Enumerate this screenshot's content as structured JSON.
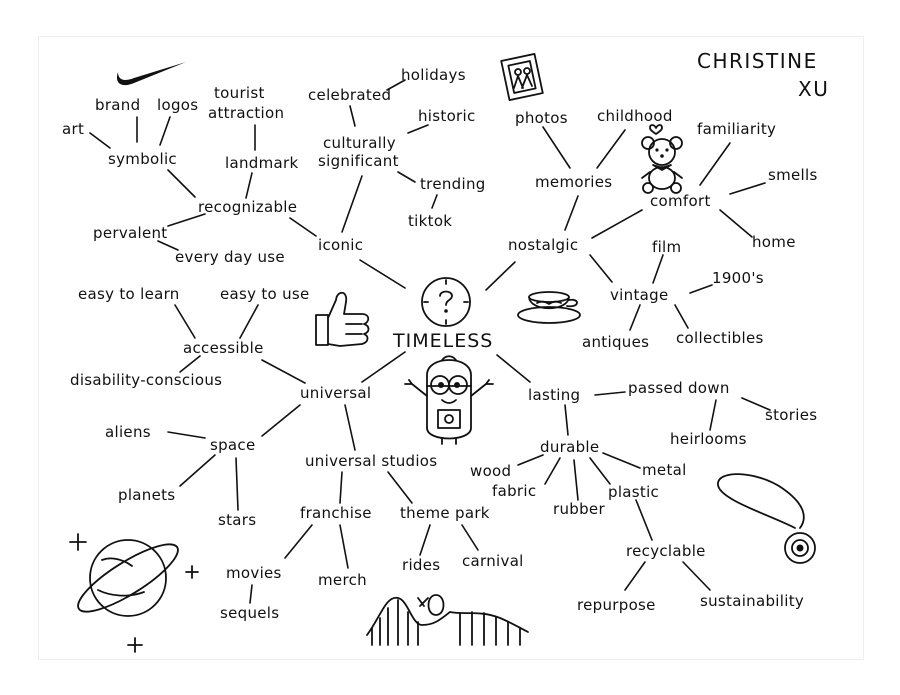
{
  "author": [
    "CHRISTINE",
    "XU"
  ],
  "center": "TIMELESS",
  "nodes": {
    "holidays": "holidays",
    "tourist": "tourist",
    "attraction": "attraction",
    "celebrated": "celebrated",
    "brand": "brand",
    "logos": "logos",
    "art": "art",
    "historic": "historic",
    "culturally": "culturally",
    "significant": "significant",
    "symbolic": "symbolic",
    "landmark": "landmark",
    "recognizable": "recognizable",
    "trending": "trending",
    "tiktok": "tiktok",
    "pervalent": "pervalent",
    "every_day_use": "every day use",
    "iconic": "iconic",
    "photos": "photos",
    "childhood": "childhood",
    "memories": "memories",
    "familiarity": "familiarity",
    "smells": "smells",
    "comfort": "comfort",
    "home": "home",
    "nostalgic": "nostalgic",
    "film": "film",
    "year_1900s": "1900's",
    "vintage": "vintage",
    "antiques": "antiques",
    "collectibles": "collectibles",
    "easy_to_learn": "easy to learn",
    "easy_to_use": "easy to use",
    "accessible": "accessible",
    "disability_conscious": "disability-conscious",
    "universal": "universal",
    "aliens": "aliens",
    "space": "space",
    "planets": "planets",
    "stars": "stars",
    "universal_studios": "universal studios",
    "franchise": "franchise",
    "theme_park": "theme park",
    "movies": "movies",
    "sequels": "sequels",
    "merch": "merch",
    "rides": "rides",
    "carnival": "carnival",
    "lasting": "lasting",
    "passed_down": "passed down",
    "heirlooms": "heirlooms",
    "stories": "stories",
    "durable": "durable",
    "wood": "wood",
    "fabric": "fabric",
    "rubber": "rubber",
    "plastic": "plastic",
    "metal": "metal",
    "recyclable": "recyclable",
    "repurpose": "repurpose",
    "sustainability": "sustainability"
  },
  "icons": [
    "swoosh-icon",
    "photo-frame-icon",
    "teddy-bear-icon",
    "clock-icon",
    "thumbs-up-icon",
    "teacup-icon",
    "minion-icon",
    "saturn-icon",
    "sparkle-icon",
    "roller-coaster-icon",
    "medal-icon"
  ]
}
